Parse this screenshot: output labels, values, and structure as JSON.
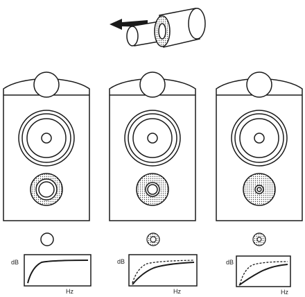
{
  "figure": {
    "speakers": [
      {
        "id": "open-port",
        "port_type": "open",
        "graph": {
          "y_label": "dB",
          "x_label": "Hz"
        }
      },
      {
        "id": "foam-ring-port",
        "port_type": "foam-ring",
        "graph": {
          "y_label": "dB",
          "x_label": "Hz"
        }
      },
      {
        "id": "foam-plug-port",
        "port_type": "foam-plug",
        "graph": {
          "y_label": "dB",
          "x_label": "Hz"
        }
      }
    ],
    "removal_arrow_icon": "arrow-left-icon",
    "port_plug_icon": "foam-plug-icon",
    "colors": {
      "line": "#1a1a1a",
      "foam": "#555555",
      "background": "#ffffff"
    }
  }
}
